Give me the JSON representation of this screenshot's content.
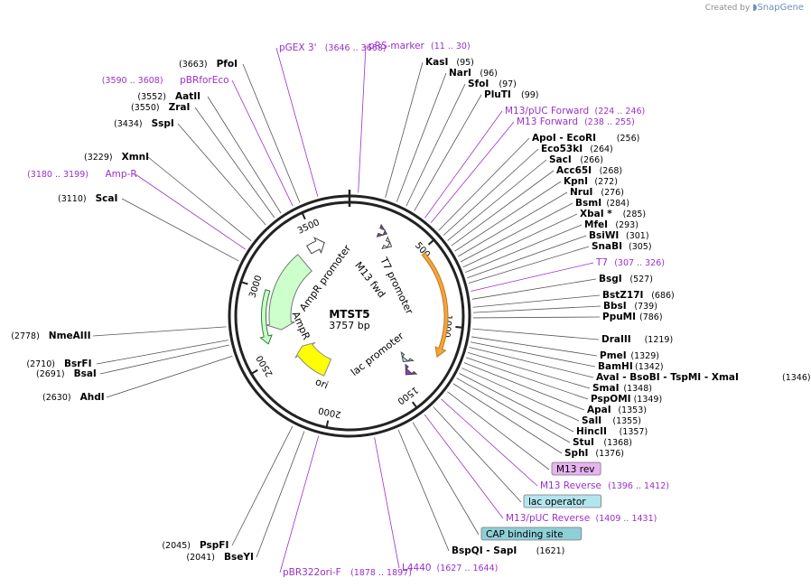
{
  "watermark": {
    "prefix": "Created by",
    "brand": "SnapGene"
  },
  "plasmid": {
    "name": "MTST5",
    "size": "3757 bp"
  },
  "colors": {
    "site": "#000000",
    "primer": "#9b30c8",
    "ori": "#ffff00",
    "ampr": "#ccffcc",
    "ampr_dark": "#2e7d32",
    "orange_feature": "#f3a53c",
    "lac_feature": "#b3e5ee"
  },
  "ticks": [
    "500",
    "1000",
    "1500",
    "2000",
    "2500",
    "3000",
    "3500"
  ],
  "features": {
    "ampr_promoter": "AmpR promoter",
    "ampr": "AmpR",
    "ori": "ori",
    "lac_promoter": "lac promoter",
    "m13_fwd": "M13 fwd",
    "t7_promoter": "T7 promoter"
  },
  "labels": [
    {
      "name": "pGEX 3'",
      "pos": "(3646 .. 3668)",
      "kind": "primer"
    },
    {
      "name": "pRS-marker",
      "pos": "(11 .. 30)",
      "kind": "primer"
    },
    {
      "name": "PfoI",
      "pos": "(3663)",
      "kind": "site"
    },
    {
      "name": "KasI",
      "pos": "(95)",
      "kind": "site"
    },
    {
      "name": "NarI",
      "pos": "(96)",
      "kind": "site"
    },
    {
      "name": "pBRforEco",
      "pos": "(3590 .. 3608)",
      "kind": "primer"
    },
    {
      "name": "SfoI",
      "pos": "(97)",
      "kind": "site"
    },
    {
      "name": "AatII",
      "pos": "(3552)",
      "kind": "site"
    },
    {
      "name": "PluTI",
      "pos": "(99)",
      "kind": "site"
    },
    {
      "name": "ZraI",
      "pos": "(3550)",
      "kind": "site"
    },
    {
      "name": "M13/pUC Forward",
      "pos": "(224 .. 246)",
      "kind": "primer"
    },
    {
      "name": "SspI",
      "pos": "(3434)",
      "kind": "site"
    },
    {
      "name": "M13 Forward",
      "pos": "(238 .. 255)",
      "kind": "primer"
    },
    {
      "name": "ApoI  - EcoRI",
      "pos": "(256)",
      "kind": "site"
    },
    {
      "name": "Eco53kI",
      "pos": "(264)",
      "kind": "site"
    },
    {
      "name": "XmnI",
      "pos": "(3229)",
      "kind": "site"
    },
    {
      "name": "SacI",
      "pos": "(266)",
      "kind": "site"
    },
    {
      "name": "Amp-R",
      "pos": "(3180 .. 3199)",
      "kind": "primer"
    },
    {
      "name": "Acc65I",
      "pos": "(268)",
      "kind": "site"
    },
    {
      "name": "KpnI",
      "pos": "(272)",
      "kind": "site"
    },
    {
      "name": "ScaI",
      "pos": "(3110)",
      "kind": "site"
    },
    {
      "name": "NruI",
      "pos": "(276)",
      "kind": "site"
    },
    {
      "name": "BsmI",
      "pos": "(284)",
      "kind": "site"
    },
    {
      "name": "XbaI *",
      "pos": "(285)",
      "kind": "site"
    },
    {
      "name": "MfeI",
      "pos": "(293)",
      "kind": "site"
    },
    {
      "name": "BsiWI",
      "pos": "(301)",
      "kind": "site"
    },
    {
      "name": "SnaBI",
      "pos": "(305)",
      "kind": "site"
    },
    {
      "name": "T7",
      "pos": "(307 .. 326)",
      "kind": "primer"
    },
    {
      "name": "BsgI",
      "pos": "(527)",
      "kind": "site"
    },
    {
      "name": "BstZ17I",
      "pos": "(686)",
      "kind": "site"
    },
    {
      "name": "BbsI",
      "pos": "(739)",
      "kind": "site"
    },
    {
      "name": "PpuMI",
      "pos": "(786)",
      "kind": "site"
    },
    {
      "name": "NmeAIII",
      "pos": "(2778)",
      "kind": "site"
    },
    {
      "name": "DraIII",
      "pos": "(1219)",
      "kind": "site"
    },
    {
      "name": "PmeI",
      "pos": "(1329)",
      "kind": "site"
    },
    {
      "name": "BsrFI",
      "pos": "(2710)",
      "kind": "site"
    },
    {
      "name": "BamHI",
      "pos": "(1342)",
      "kind": "site"
    },
    {
      "name": "BsaI",
      "pos": "(2691)",
      "kind": "site"
    },
    {
      "name": "AvaI  - BsoBI  - TspMI  - XmaI",
      "pos": "(1346)",
      "kind": "site"
    },
    {
      "name": "SmaI",
      "pos": "(1348)",
      "kind": "site"
    },
    {
      "name": "AhdI",
      "pos": "(2630)",
      "kind": "site"
    },
    {
      "name": "PspOMI",
      "pos": "(1349)",
      "kind": "site"
    },
    {
      "name": "ApaI",
      "pos": "(1353)",
      "kind": "site"
    },
    {
      "name": "SalI",
      "pos": "(1355)",
      "kind": "site"
    },
    {
      "name": "HincII",
      "pos": "(1357)",
      "kind": "site"
    },
    {
      "name": "StuI",
      "pos": "(1368)",
      "kind": "site"
    },
    {
      "name": "SphI",
      "pos": "(1376)",
      "kind": "site"
    },
    {
      "name": "M13 rev",
      "pos": "",
      "kind": "box",
      "color": "#e6b3f0"
    },
    {
      "name": "M13 Reverse",
      "pos": "(1396 .. 1412)",
      "kind": "primer"
    },
    {
      "name": "lac operator",
      "pos": "",
      "kind": "box",
      "color": "#b3e5ee"
    },
    {
      "name": "M13/pUC Reverse",
      "pos": "(1409 .. 1431)",
      "kind": "primer"
    },
    {
      "name": "CAP binding site",
      "pos": "",
      "kind": "box",
      "color": "#8fcfd8"
    },
    {
      "name": "BspQI  - SapI",
      "pos": "(1621)",
      "kind": "site"
    },
    {
      "name": "PspFI",
      "pos": "(2045)",
      "kind": "site"
    },
    {
      "name": "BseYI",
      "pos": "(2041)",
      "kind": "site"
    },
    {
      "name": "L4440",
      "pos": "(1627 .. 1644)",
      "kind": "primer"
    },
    {
      "name": "pBR322ori-F",
      "pos": "(1878 .. 1897)",
      "kind": "primer"
    }
  ]
}
